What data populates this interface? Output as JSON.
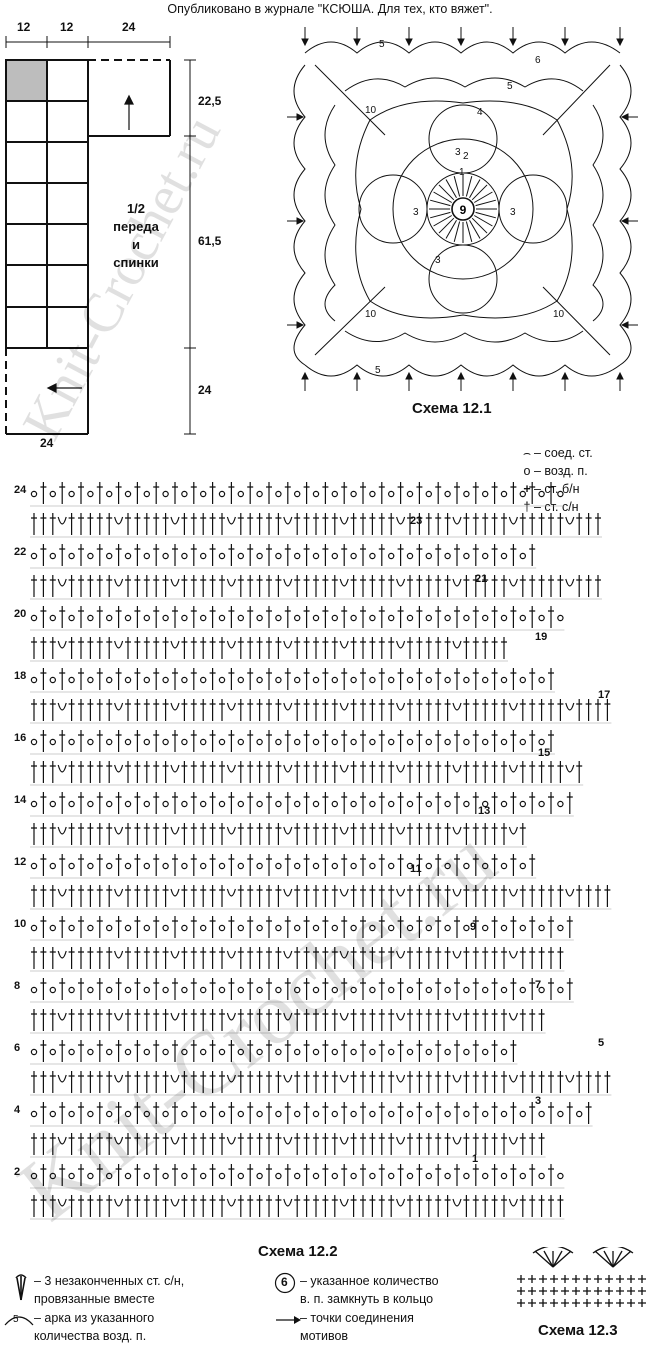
{
  "header": "Опубликовано в журнале \"КСЮША. Для тех, кто вяжет\".",
  "pattern": {
    "top_dims": [
      "12",
      "12",
      "24"
    ],
    "side_dims": [
      "22,5",
      "61,5",
      "24"
    ],
    "bottom_dim": "24",
    "label_lines": [
      "1/2",
      "переда",
      "и",
      "спинки"
    ]
  },
  "scheme1": {
    "caption": "Схема 12.1",
    "center_ring": "9",
    "numbers": [
      "5",
      "6",
      "5",
      "4",
      "3",
      "2",
      "1",
      "3",
      "3",
      "3",
      "10",
      "10",
      "10",
      "5"
    ]
  },
  "legend_top": [
    {
      "symbol": "slip-stitch",
      "text": "– соед. ст."
    },
    {
      "symbol": "chain",
      "text": "– возд. п."
    },
    {
      "symbol": "single-crochet",
      "text": "– ст. б/н"
    },
    {
      "symbol": "double-crochet",
      "text": "– ст. с/н"
    }
  ],
  "scheme2": {
    "caption": "Схема 12.2",
    "rows_left": [
      "24",
      "22",
      "20",
      "18",
      "16",
      "14",
      "12",
      "10",
      "8",
      "6",
      "4",
      "2"
    ],
    "rows_right": [
      "23",
      "21",
      "19",
      "17",
      "15",
      "13",
      "11",
      "9",
      "7",
      "5",
      "3",
      "1"
    ]
  },
  "legend_bottom": {
    "cluster": [
      "– 3 незаконченных ст. с/н,",
      "провязанные вместе"
    ],
    "arch": [
      "– арка из указанного",
      "количества возд. п."
    ],
    "arch_num": "5",
    "ring": [
      "– указанное количество",
      "в. п. замкнуть в кольцо"
    ],
    "ring_num": "6",
    "join": [
      "– точки соединения",
      "мотивов"
    ]
  },
  "scheme3": {
    "caption": "Схема 12.3"
  },
  "watermark": "Knit-Crochet.ru"
}
